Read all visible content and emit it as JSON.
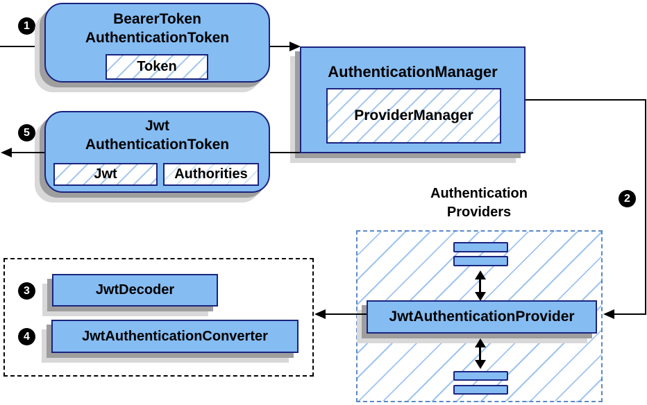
{
  "steps": {
    "one": "1",
    "two": "2",
    "three": "3",
    "four": "4",
    "five": "5"
  },
  "bearer_token_box": {
    "title_line1": "BearerToken",
    "title_line2": "AuthenticationToken",
    "token_label": "Token"
  },
  "authentication_manager_box": {
    "title": "AuthenticationManager",
    "provider_manager_label": "ProviderManager"
  },
  "jwt_authentication_token_box": {
    "title_line1": "Jwt",
    "title_line2": "AuthenticationToken",
    "jwt_label": "Jwt",
    "authorities_label": "Authorities"
  },
  "authentication_providers_group": {
    "heading_line1": "Authentication",
    "heading_line2": "Providers",
    "provider_label": "JwtAuthenticationProvider"
  },
  "jwt_decoder_box": {
    "label": "JwtDecoder"
  },
  "jwt_authentication_converter_box": {
    "label": "JwtAuthenticationConverter"
  },
  "colors": {
    "node_fill": "#85BCF2",
    "node_border": "#1A237E",
    "hatch_line": "#A6C9EC",
    "hatch_line_big": "#9FC4EE",
    "hatch_line_light": "#D3E4F6",
    "shadow_dark": "#9E9E9E",
    "shadow_light": "#D8D8D8",
    "dashed_blue_border": "#5B87C5",
    "dashed_black_border": "#000000",
    "arrow_color": "#000000",
    "badge_bg": "#000000",
    "badge_text": "#FFFFFF"
  }
}
